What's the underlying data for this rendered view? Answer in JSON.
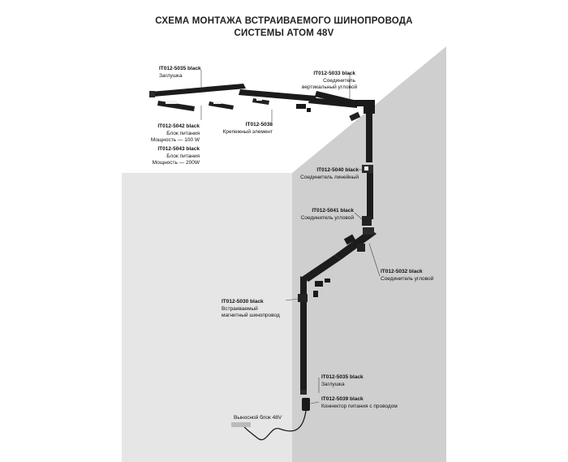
{
  "title": {
    "line1": "СХЕМА МОНТАЖА ВСТРАИВАЕМОГО ШИНОПРОВОДА",
    "line2": "СИСТЕМЫ ATOM 48V"
  },
  "labels": {
    "end_cap_top": {
      "code": "IT012-5035 black",
      "line1": "Заглушка"
    },
    "corner_vertical": {
      "code": "IT012-5033 black",
      "line1": "Соединитель",
      "line2": "вертикальный угловой"
    },
    "power_100": {
      "code": "IT012-5042 black",
      "line1": "Блок питания",
      "line2": "Мощность — 100 W"
    },
    "power_200": {
      "code": "IT012-5043 black",
      "line1": "Блок питания",
      "line2": "Мощность — 200W"
    },
    "mount_element": {
      "code": "IT012-5038",
      "line1": "Крепежный элемент"
    },
    "linear_connector": {
      "code": "IT012-5040 black",
      "line1": "Соединитель линейный"
    },
    "corner_connector_1": {
      "code": "IT012-5041 black",
      "line1": "Соединитель  угловой"
    },
    "corner_connector_2": {
      "code": "IT012-5032 black",
      "line1": "Соединитель  угловой"
    },
    "track": {
      "code": "IT012-5030 black",
      "line1": "Встраиваемый",
      "line2": "магнитный шинопровод"
    },
    "end_cap_bottom": {
      "code": "IT012-5035 black",
      "line1": "Заглушка"
    },
    "power_connector": {
      "code": "IT012-5039 black",
      "line1": "Коннектор питания с проводом"
    },
    "remote_unit": {
      "text": "Выносной блок 48V"
    }
  },
  "colors": {
    "ceiling": "#ffffff",
    "wall_left": "#e4e4e4",
    "wall_right": "#cdcdcd",
    "track": "#1a1a1a",
    "leader": "#444444"
  }
}
